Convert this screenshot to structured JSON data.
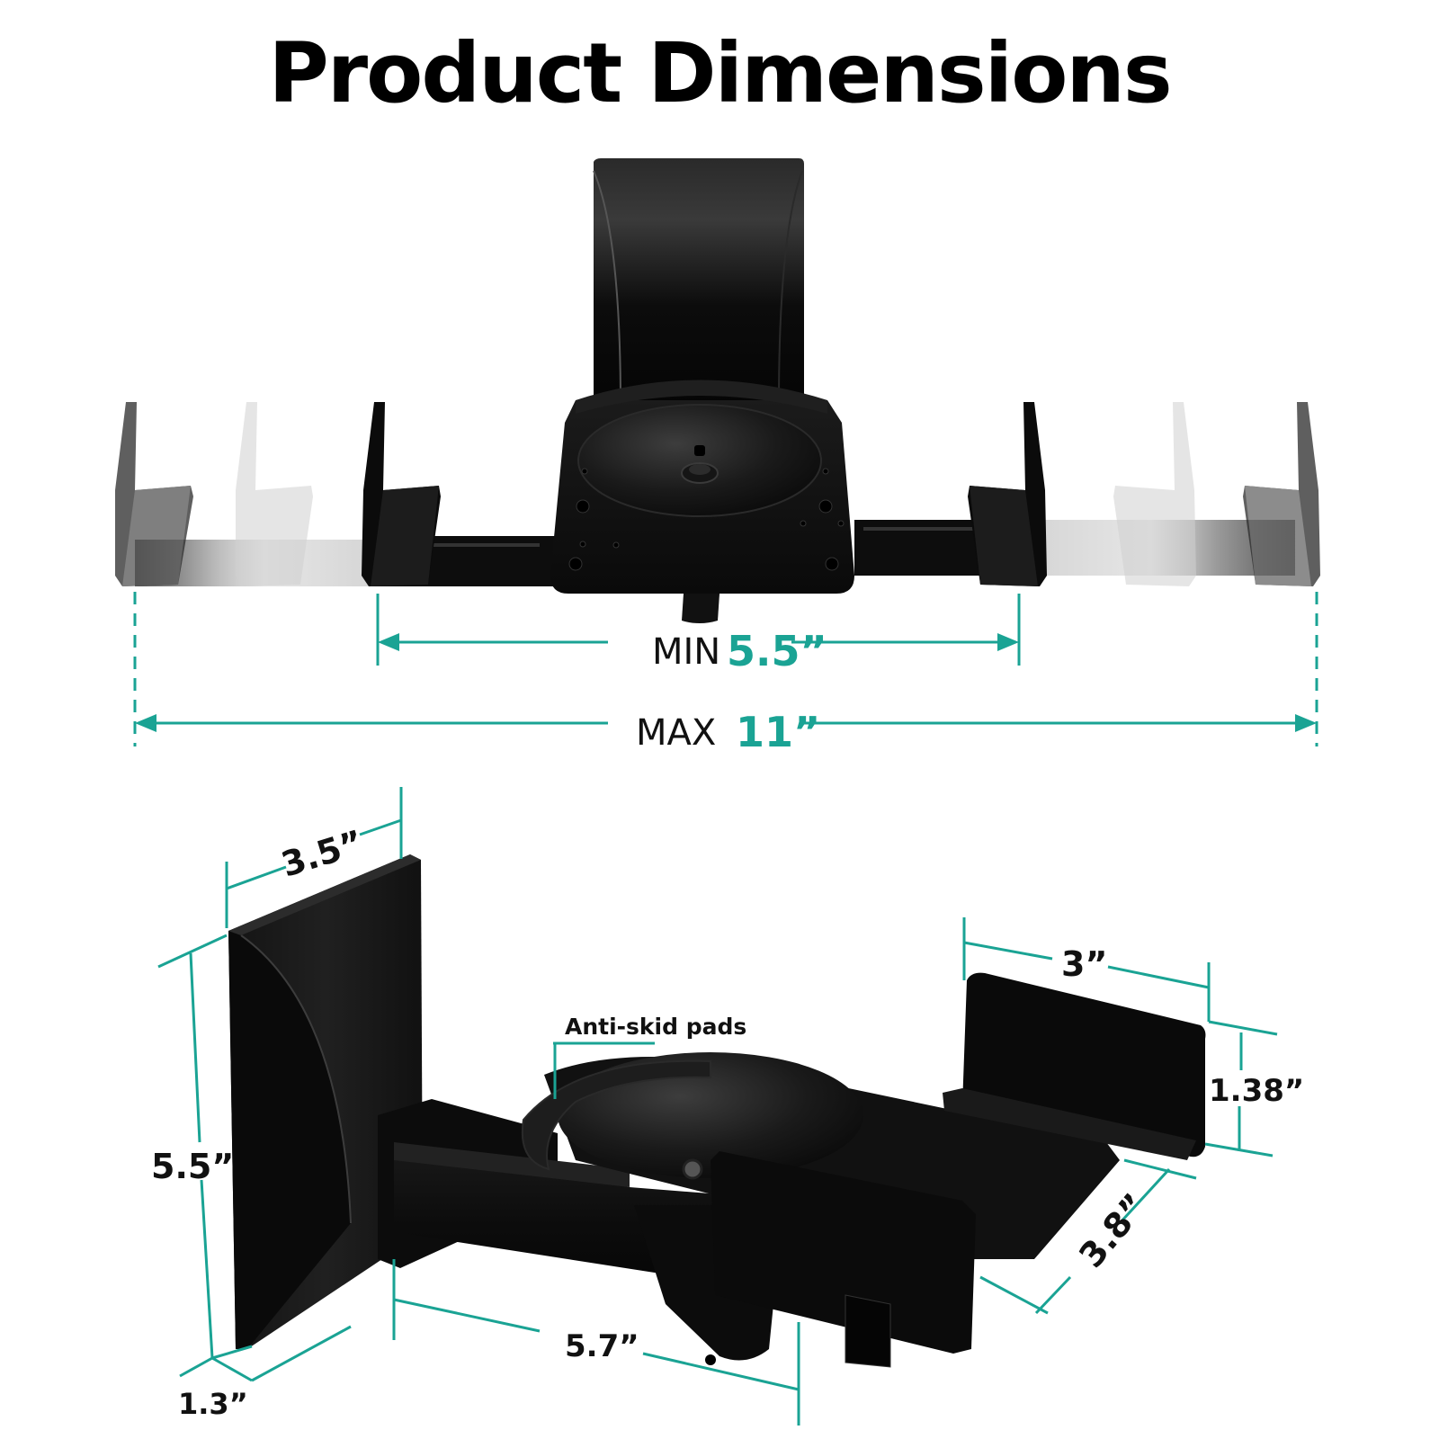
{
  "title": "Product Dimensions",
  "accent_color": "#1aa394",
  "product_color": "#121212",
  "top_view": {
    "min": {
      "label": "MIN",
      "value": "5.5”"
    },
    "max": {
      "label": "MAX",
      "value": "11”"
    }
  },
  "side_view": {
    "callout": "Anti-skid pads",
    "dimensions": {
      "wall_plate_width": "3.5”",
      "wall_plate_height": "5.5”",
      "wall_plate_depth": "1.3”",
      "arm_length": "5.7”",
      "clamp_width": "3”",
      "clamp_height": "1.38”",
      "platform_depth": "3.8”"
    }
  }
}
